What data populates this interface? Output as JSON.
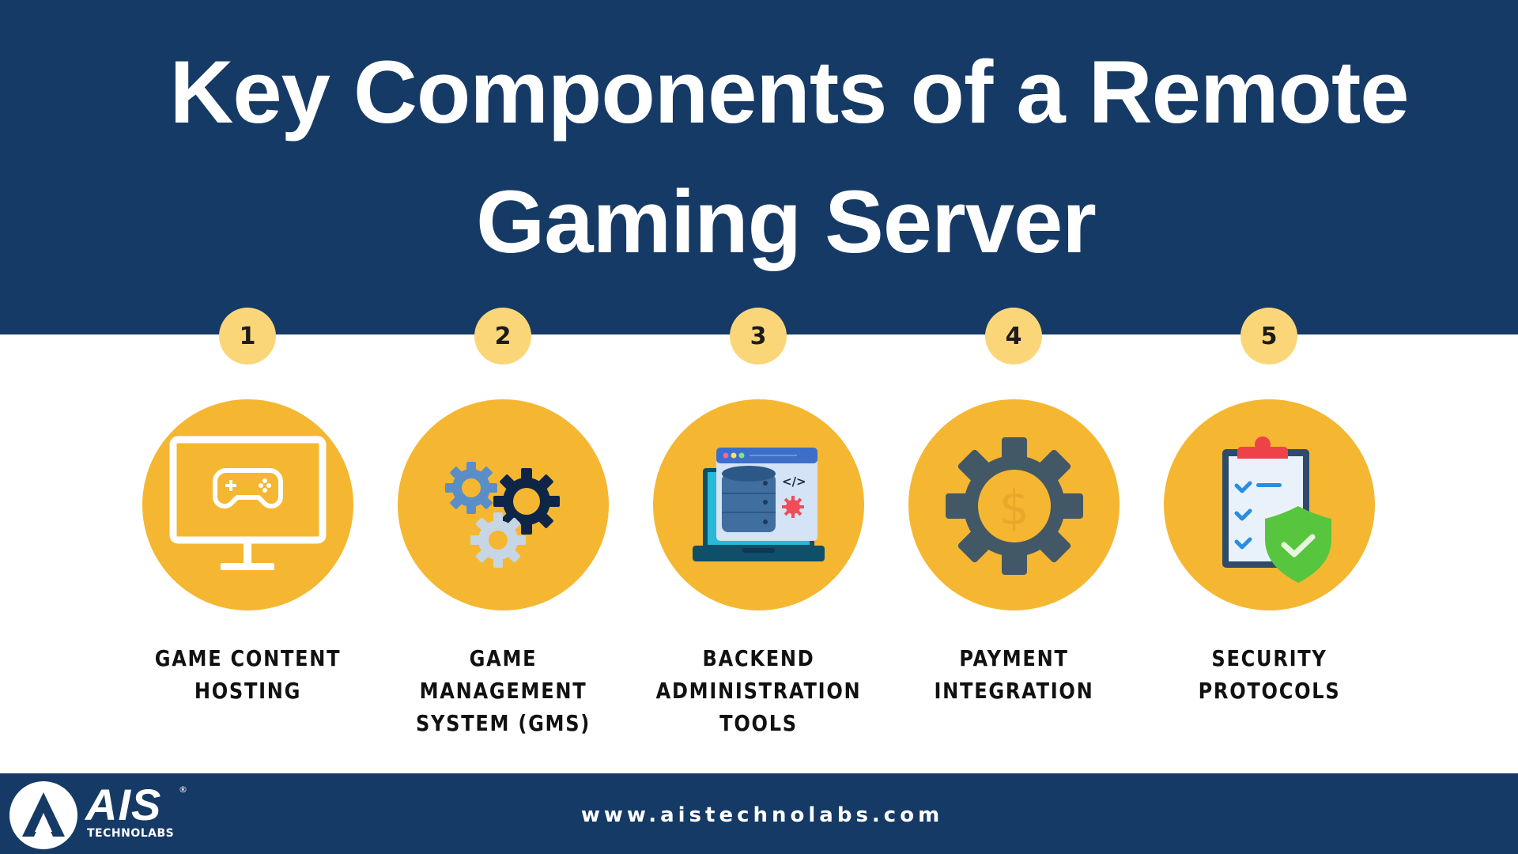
{
  "header": {
    "title_line1": "Key Components of a Remote",
    "title_line2": "Gaming Server",
    "background_color": "#163a66"
  },
  "components": [
    {
      "number": "1",
      "icon": "monitor-gamepad-icon",
      "label_lines": [
        "GAME CONTENT",
        "HOSTING"
      ]
    },
    {
      "number": "2",
      "icon": "gears-icon",
      "label_lines": [
        "GAME",
        "MANAGEMENT",
        "SYSTEM (GMS)"
      ]
    },
    {
      "number": "3",
      "icon": "laptop-database-code-icon",
      "label_lines": [
        "BACKEND",
        "ADMINISTRATION",
        "TOOLS"
      ]
    },
    {
      "number": "4",
      "icon": "gear-dollar-icon",
      "label_lines": [
        "PAYMENT",
        "INTEGRATION"
      ]
    },
    {
      "number": "5",
      "icon": "clipboard-shield-check-icon",
      "label_lines": [
        "SECURITY",
        "PROTOCOLS"
      ]
    }
  ],
  "colors": {
    "accent_circle": "#f5b731",
    "badge": "#fbd679",
    "navy": "#163a66"
  },
  "footer": {
    "logo_text": "AIS",
    "logo_subtext": "TECHNOLABS",
    "logo_registered": "®",
    "url": "www.aistechnolabs.com"
  }
}
